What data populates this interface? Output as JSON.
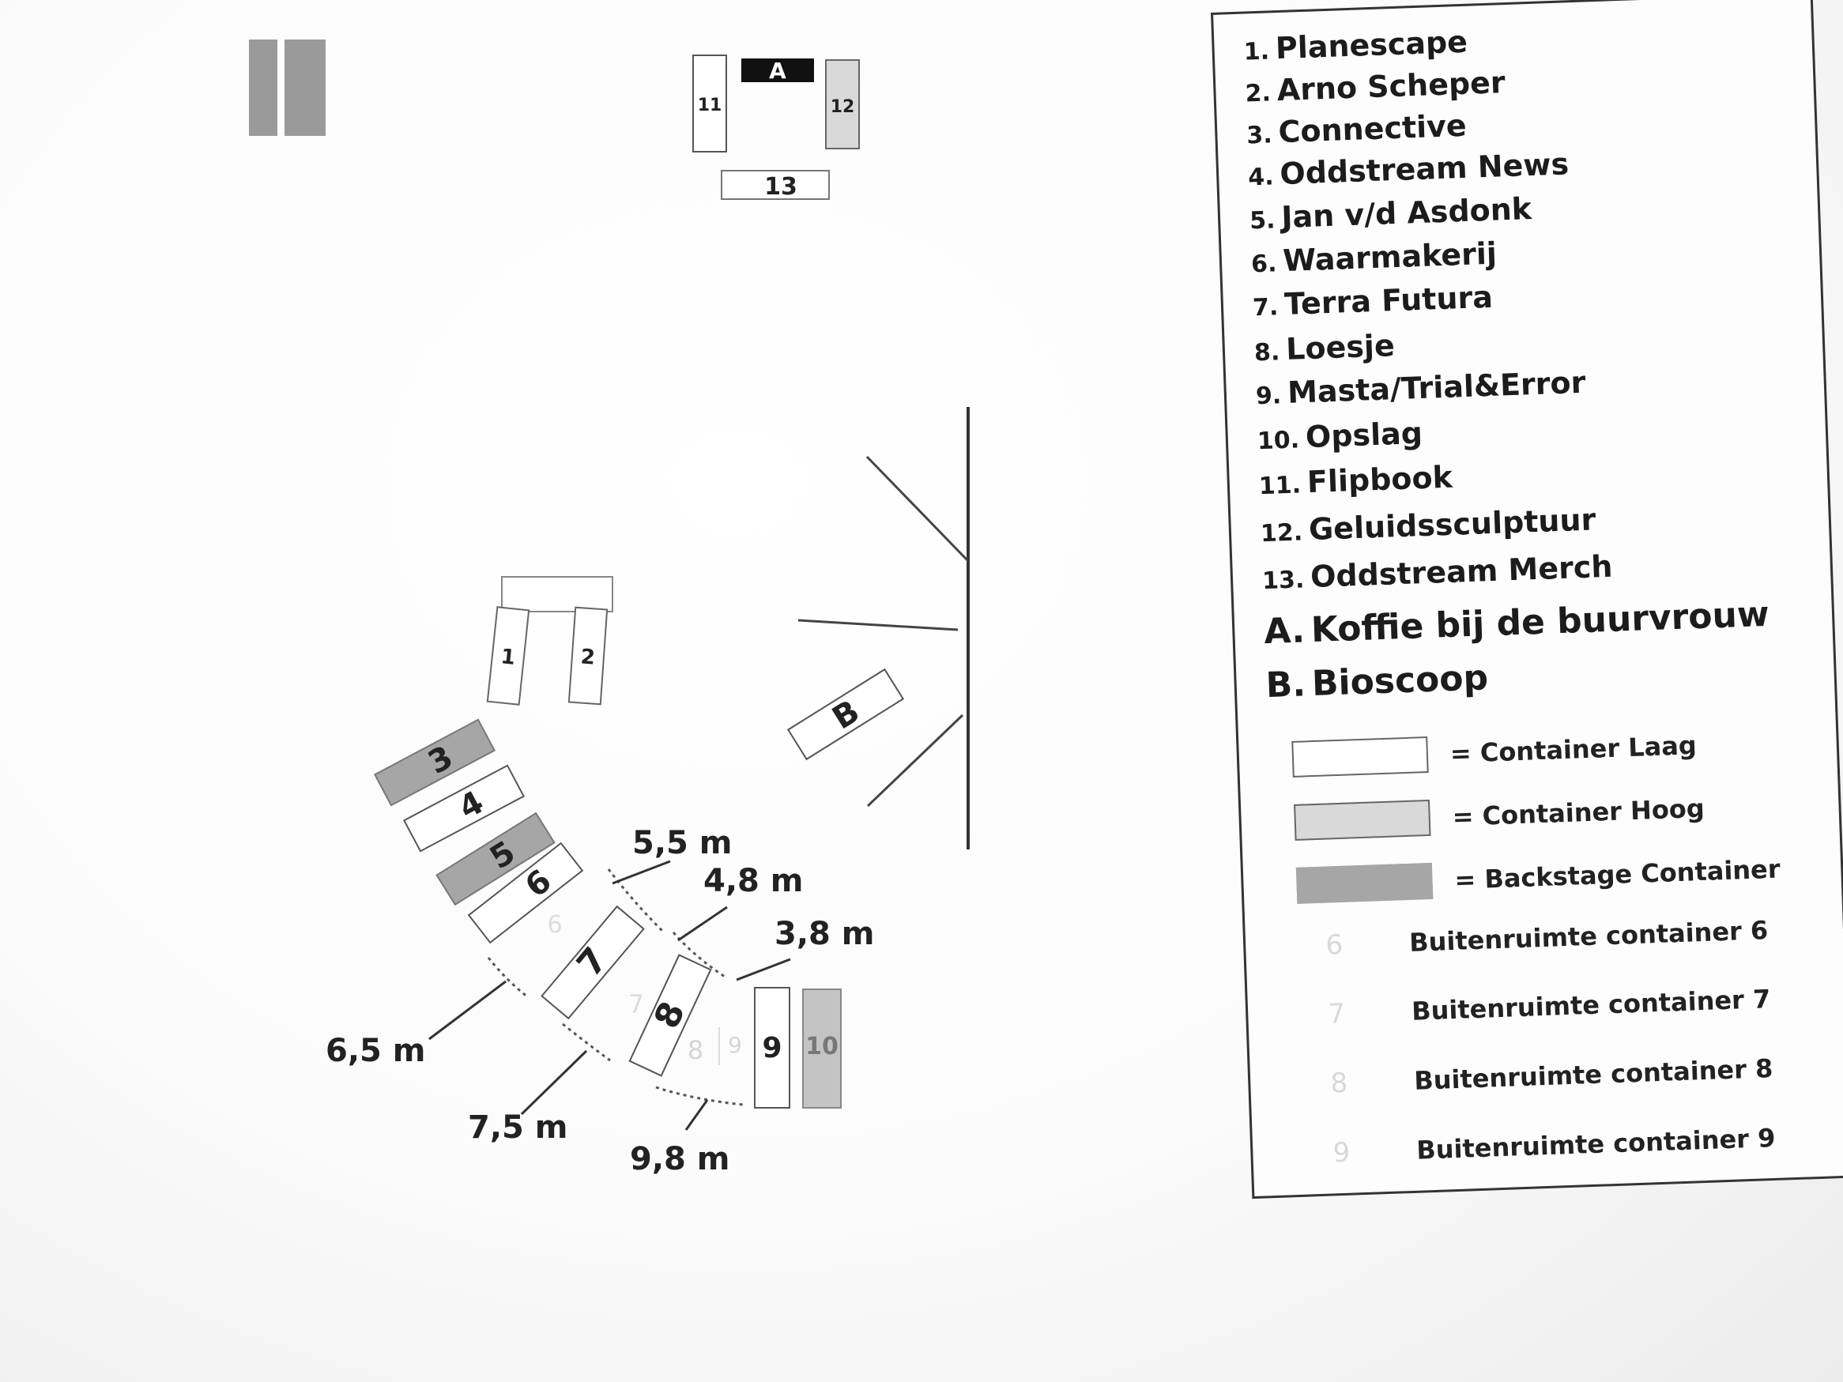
{
  "colors": {
    "container_laag": "#ffffff",
    "container_hoog": "#d9d9d9",
    "backstage": "#a6a6a6",
    "black": "#111111",
    "buitenruimte_text": "#d8d8d8"
  },
  "legend": {
    "items": [
      {
        "num": "1.",
        "label": "Planescape"
      },
      {
        "num": "2.",
        "label": "Arno Scheper"
      },
      {
        "num": "3.",
        "label": "Connective"
      },
      {
        "num": "4.",
        "label": "Oddstream News"
      },
      {
        "num": "5.",
        "label": "Jan v/d Asdonk"
      },
      {
        "num": "6.",
        "label": "Waarmakerij"
      },
      {
        "num": "7.",
        "label": "Terra Futura"
      },
      {
        "num": "8.",
        "label": "Loesje"
      },
      {
        "num": "9.",
        "label": "Masta/Trial&Error"
      },
      {
        "num": "10.",
        "label": "Opslag"
      },
      {
        "num": "11.",
        "label": "Flipbook"
      },
      {
        "num": "12.",
        "label": "Geluidssculptuur"
      },
      {
        "num": "13.",
        "label": "Oddstream Merch"
      },
      {
        "num": "A.",
        "label": "Koffie bij de buurvrouw"
      },
      {
        "num": "B.",
        "label": "Bioscoop"
      }
    ],
    "swatches": [
      {
        "type": "container_laag",
        "label": "= Container Laag"
      },
      {
        "type": "container_hoog",
        "label": "= Container Hoog"
      },
      {
        "type": "backstage",
        "label": "= Backstage Container"
      }
    ],
    "buitenruimte": [
      {
        "num": "6",
        "label": "Buitenruimte container 6"
      },
      {
        "num": "7",
        "label": "Buitenruimte container 7"
      },
      {
        "num": "8",
        "label": "Buitenruimte container 8"
      },
      {
        "num": "9",
        "label": "Buitenruimte container 9"
      }
    ]
  },
  "map": {
    "labels": {
      "c1": "1",
      "c2": "2",
      "c3": "3",
      "c4": "4",
      "c5": "5",
      "c6": "6",
      "c7": "7",
      "c8": "8",
      "c9": "9",
      "c10": "10",
      "c11": "11",
      "c12": "12",
      "c13": "13",
      "a": "A",
      "b": "B",
      "buiten6": "6",
      "buiten7": "7",
      "buiten8": "8",
      "buiten9": "9"
    },
    "dimensions": {
      "d55": "5,5 m",
      "d48": "4,8 m",
      "d38": "3,8 m",
      "d65": "6,5 m",
      "d75": "7,5 m",
      "d98": "9,8 m"
    }
  }
}
